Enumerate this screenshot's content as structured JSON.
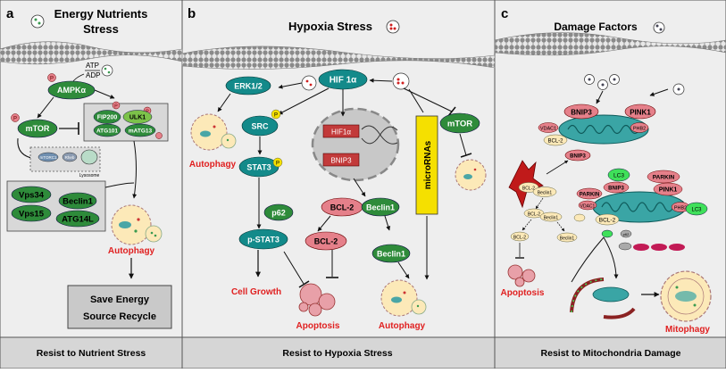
{
  "panels": [
    {
      "letter": "a",
      "title_line1": "Energy Nutrients",
      "title_line2": "Stress",
      "footer": "Resist to Nutrient Stress",
      "labels": {
        "atp": "ATP",
        "adp": "ADP",
        "ampk": "AMPKα",
        "p": "P",
        "mtor": "mTOR",
        "fip200": "FIP200",
        "ulk1": "ULK1",
        "atg101": "ATG101",
        "matg13": "mATG13",
        "mtorc1": "mTORC1",
        "rheb": "Rheb",
        "lysosome": "Lysosome",
        "vps34": "Vps34",
        "beclin1": "Beclin1",
        "vps15": "Vps15",
        "atg14l": "ATG14L",
        "autophagy": "Autophagy",
        "save_energy": "Save Energy",
        "source_recycle": "Source Recycle"
      }
    },
    {
      "letter": "b",
      "title": "Hypoxia Stress",
      "footer": "Resist to Hypoxia Stress",
      "labels": {
        "hif1a": "HIF 1α",
        "erk": "ERK1/2",
        "src": "SRC",
        "stat3": "STAT3",
        "p62": "p62",
        "pstat3": "p-STAT3",
        "hif1a_nuc": "HIF1α",
        "bnip3": "BNIP3",
        "mtor": "mTOR",
        "micrornas": "microRNAs",
        "bcl2": "BCL-2",
        "beclin1": "Beclin1",
        "autophagy_left": "Autophagy",
        "autophagy_right": "Autophagy",
        "cell_growth": "Cell Growth",
        "apoptosis": "Apoptosis",
        "p": "P"
      }
    },
    {
      "letter": "c",
      "title": "Damage Factors",
      "footer": "Resist to Mitochondria Damage",
      "labels": {
        "bnip3": "BNIP3",
        "pink1": "PINK1",
        "vdac1": "VDAC1",
        "phb2": "PHB2",
        "bcl2": "BCL-2",
        "lc3": "LC3",
        "parkin": "PARKIN",
        "beclin1": "Beclin1",
        "p62": "p62",
        "apoptosis": "Apoptosis",
        "mitophagy": "Mitophagy"
      }
    }
  ],
  "colors": {
    "panel_bg": "#eeeeee",
    "footer_bg": "#d6d6d6",
    "green": "#2e8b3a",
    "teal": "#138a8a",
    "pink": "#e5808a",
    "red_text": "#e02020",
    "yellow": "#f5e000",
    "mito": "#3aa5a5"
  }
}
